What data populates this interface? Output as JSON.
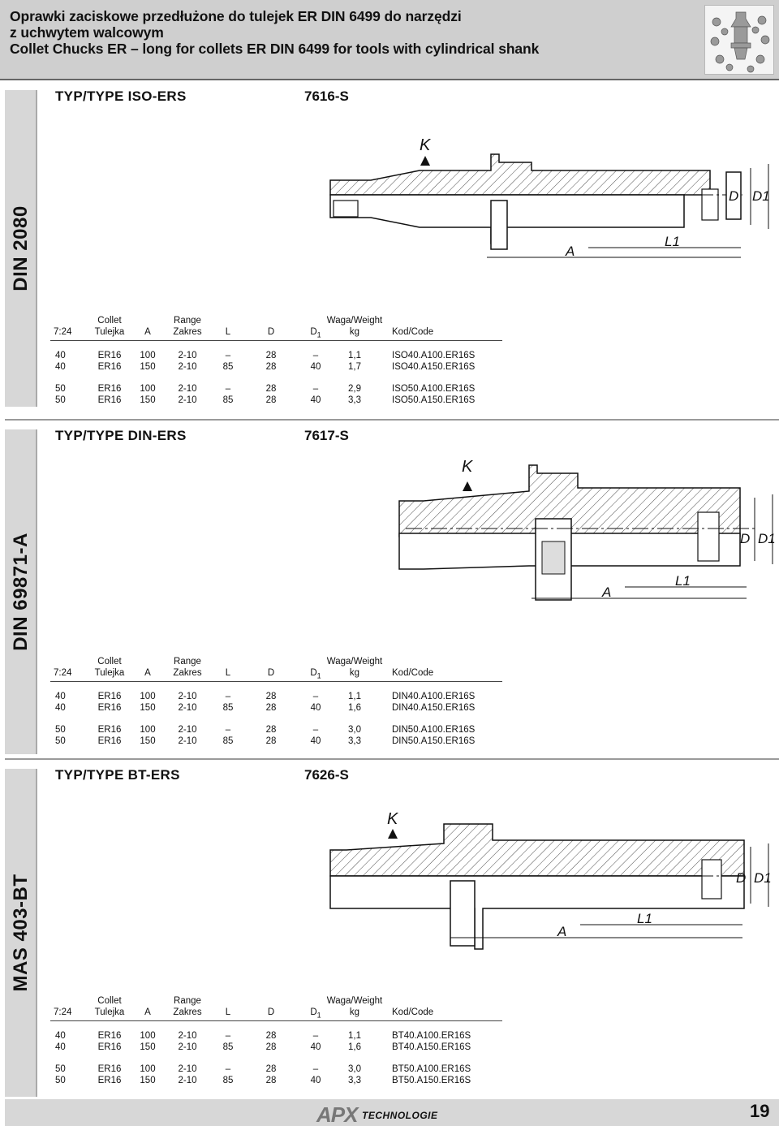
{
  "header": {
    "title_line1": "Oprawki zaciskowe przedłużone do tulejek ER DIN 6499 do narzędzi",
    "title_line2": "z uchwytem walcowym",
    "title_line3": "Collet Chucks ER – long for collets ER DIN 6499 for tools with cylindrical shank",
    "photo_icon": "collet-set-photo"
  },
  "drawing_labels": {
    "k": "K",
    "a": "A",
    "l1": "L1",
    "d": "D",
    "d1": "D1"
  },
  "table_header": {
    "collet_en": "Collet",
    "range_en": "Range",
    "weight_en": "Waga/Weight",
    "taper": "7:24",
    "collet_pl": "Tulejka",
    "a": "A",
    "range_pl": "Zakres",
    "l": "L",
    "d": "D",
    "d1": "D",
    "d1_sub": "1",
    "kg": "kg",
    "code": "Kod/Code"
  },
  "sections": [
    {
      "side_label": "DIN 2080",
      "type_title": "TYP/TYPE  ISO-ERS",
      "type_code": "7616-S",
      "rows": [
        [
          "40",
          "ER16",
          "100",
          "2-10",
          "–",
          "28",
          "–",
          "1,1",
          "ISO40.A100.ER16S"
        ],
        [
          "40",
          "ER16",
          "150",
          "2-10",
          "85",
          "28",
          "40",
          "1,7",
          "ISO40.A150.ER16S"
        ],
        [
          "50",
          "ER16",
          "100",
          "2-10",
          "–",
          "28",
          "–",
          "2,9",
          "ISO50.A100.ER16S"
        ],
        [
          "50",
          "ER16",
          "150",
          "2-10",
          "85",
          "28",
          "40",
          "3,3",
          "ISO50.A150.ER16S"
        ]
      ]
    },
    {
      "side_label": "DIN 69871-A",
      "type_title": "TYP/TYPE  DIN-ERS",
      "type_code": "7617-S",
      "rows": [
        [
          "40",
          "ER16",
          "100",
          "2-10",
          "–",
          "28",
          "–",
          "1,1",
          "DIN40.A100.ER16S"
        ],
        [
          "40",
          "ER16",
          "150",
          "2-10",
          "85",
          "28",
          "40",
          "1,6",
          "DIN40.A150.ER16S"
        ],
        [
          "50",
          "ER16",
          "100",
          "2-10",
          "–",
          "28",
          "–",
          "3,0",
          "DIN50.A100.ER16S"
        ],
        [
          "50",
          "ER16",
          "150",
          "2-10",
          "85",
          "28",
          "40",
          "3,3",
          "DIN50.A150.ER16S"
        ]
      ]
    },
    {
      "side_label": "MAS 403-BT",
      "type_title": "TYP/TYPE  BT-ERS",
      "type_code": "7626-S",
      "rows": [
        [
          "40",
          "ER16",
          "100",
          "2-10",
          "–",
          "28",
          "–",
          "1,1",
          "BT40.A100.ER16S"
        ],
        [
          "40",
          "ER16",
          "150",
          "2-10",
          "85",
          "28",
          "40",
          "1,6",
          "BT40.A150.ER16S"
        ],
        [
          "50",
          "ER16",
          "100",
          "2-10",
          "–",
          "28",
          "–",
          "3,0",
          "BT50.A100.ER16S"
        ],
        [
          "50",
          "ER16",
          "150",
          "2-10",
          "85",
          "28",
          "40",
          "3,3",
          "BT50.A150.ER16S"
        ]
      ]
    }
  ],
  "footer": {
    "logo": "APX",
    "logo_sub": "TECHNOLOGIE",
    "page_number": "19"
  }
}
